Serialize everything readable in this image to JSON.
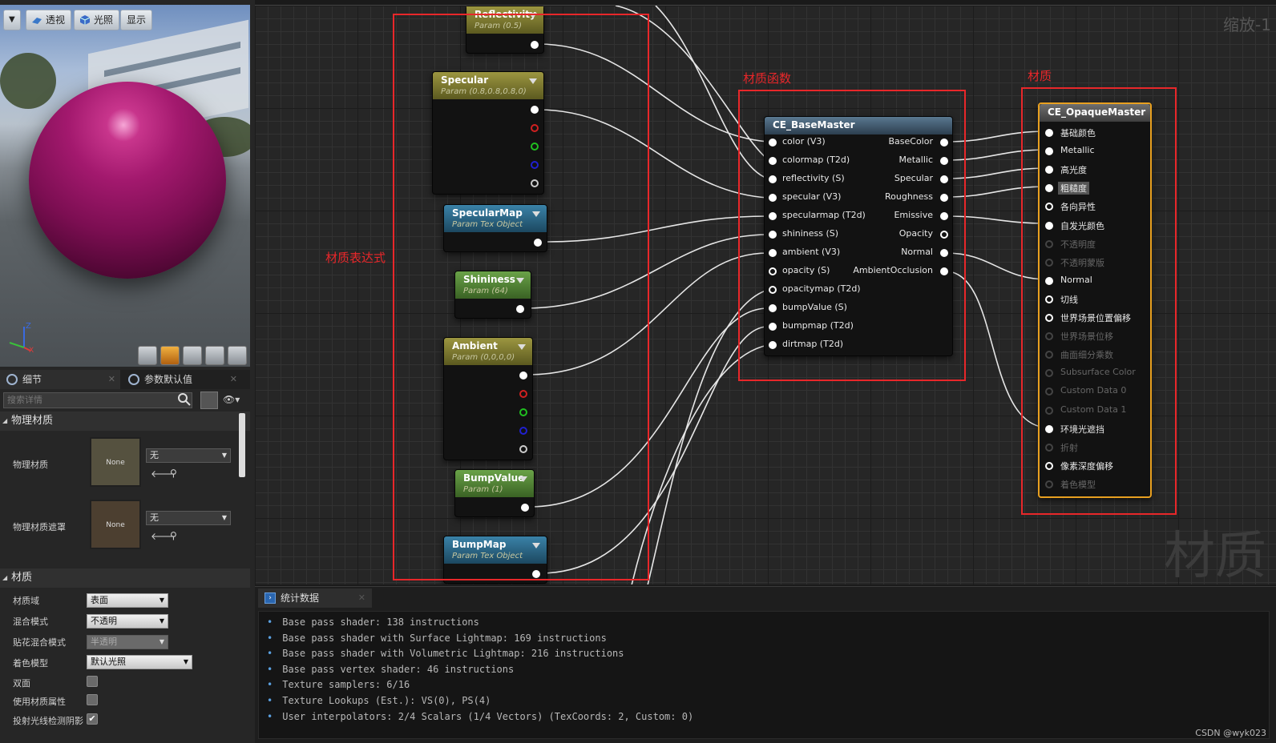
{
  "viewport": {
    "menu_icon": "chevron-down-icon",
    "buttons": [
      {
        "label": "透视",
        "icon": "perspective-icon"
      },
      {
        "label": "光照",
        "icon": "cube-icon"
      },
      {
        "label": "显示",
        "icon": ""
      }
    ],
    "axes": {
      "x": "X",
      "z": "Z"
    }
  },
  "left_tabs": [
    {
      "label": "细节"
    },
    {
      "label": "参数默认值"
    }
  ],
  "search_placeholder": "搜索详情",
  "sections": {
    "physical": {
      "title": "物理材质",
      "rows": [
        {
          "label": "物理材质",
          "thumb": "None",
          "value": "无"
        },
        {
          "label": "物理材质遮罩",
          "thumb": "None",
          "value": "无"
        }
      ]
    },
    "material": {
      "title": "材质",
      "rows": [
        {
          "label": "材质域",
          "value": "表面"
        },
        {
          "label": "混合模式",
          "value": "不透明"
        },
        {
          "label": "贴花混合模式",
          "value": "半透明"
        },
        {
          "label": "着色模型",
          "value": "默认光照"
        },
        {
          "label": "双面",
          "checked": false
        },
        {
          "label": "使用材质属性",
          "checked": false
        },
        {
          "label": "投射光线检测阴影",
          "checked": true
        }
      ]
    }
  },
  "graph": {
    "zoom": "缩放-1",
    "watermark": "材质",
    "annotations": {
      "expr": "材质表达式",
      "func": "材质函数",
      "mat": "材质"
    },
    "nodes": {
      "reflectivity": {
        "title": "Reflectivity",
        "sub": "Param (0.5)"
      },
      "specular": {
        "title": "Specular",
        "sub": "Param (0.8,0.8,0.8,0)"
      },
      "specularmap": {
        "title": "SpecularMap",
        "sub": "Param Tex Object"
      },
      "shininess": {
        "title": "Shininess",
        "sub": "Param (64)"
      },
      "ambient": {
        "title": "Ambient",
        "sub": "Param (0,0,0,0)"
      },
      "bumpvalue": {
        "title": "BumpValue",
        "sub": "Param (1)"
      },
      "bumpmap": {
        "title": "BumpMap",
        "sub": "Param Tex Object"
      }
    },
    "function_node": {
      "title": "CE_BaseMaster",
      "inputs": [
        "color (V3)",
        "colormap (T2d)",
        "reflectivity (S)",
        "specular (V3)",
        "specularmap (T2d)",
        "shininess (S)",
        "ambient (V3)",
        "opacity (S)",
        "opacitymap (T2d)",
        "bumpValue (S)",
        "bumpmap (T2d)",
        "dirtmap (T2d)"
      ],
      "outputs": [
        "BaseColor",
        "Metallic",
        "Specular",
        "Roughness",
        "Emissive",
        "Opacity",
        "Normal",
        "AmbientOcclusion"
      ]
    },
    "material_node": {
      "title": "CE_OpaqueMaster",
      "pins": [
        {
          "label": "基础颜色",
          "active": true
        },
        {
          "label": "Metallic",
          "active": true
        },
        {
          "label": "高光度",
          "active": true
        },
        {
          "label": "粗糙度",
          "active": true
        },
        {
          "label": "各向异性",
          "active": true
        },
        {
          "label": "自发光颜色",
          "active": true
        },
        {
          "label": "不透明度",
          "active": false
        },
        {
          "label": "不透明蒙版",
          "active": false
        },
        {
          "label": "Normal",
          "active": true
        },
        {
          "label": "切线",
          "active": true
        },
        {
          "label": "世界场景位置偏移",
          "active": true
        },
        {
          "label": "世界场景位移",
          "active": false
        },
        {
          "label": "曲面细分乘数",
          "active": false
        },
        {
          "label": "Subsurface Color",
          "active": false
        },
        {
          "label": "Custom Data 0",
          "active": false
        },
        {
          "label": "Custom Data 1",
          "active": false
        },
        {
          "label": "环境光遮挡",
          "active": true
        },
        {
          "label": "折射",
          "active": false
        },
        {
          "label": "像素深度偏移",
          "active": true
        },
        {
          "label": "着色模型",
          "active": false
        }
      ]
    }
  },
  "stats": {
    "tab": "统计数据",
    "lines": [
      "Base pass shader: 138 instructions",
      "Base pass shader with Surface Lightmap: 169 instructions",
      "Base pass shader with Volumetric Lightmap: 216 instructions",
      "Base pass vertex shader: 46 instructions",
      "Texture samplers: 6/16",
      "Texture Lookups (Est.): VS(0), PS(4)",
      "User interpolators: 2/4 Scalars (1/4 Vectors) (TexCoords: 2, Custom: 0)"
    ]
  },
  "credit": "CSDN @wyk023",
  "colors": {
    "annotation": "#e8272a",
    "material_border": "#e8a020",
    "accent": "#2a66b0"
  }
}
